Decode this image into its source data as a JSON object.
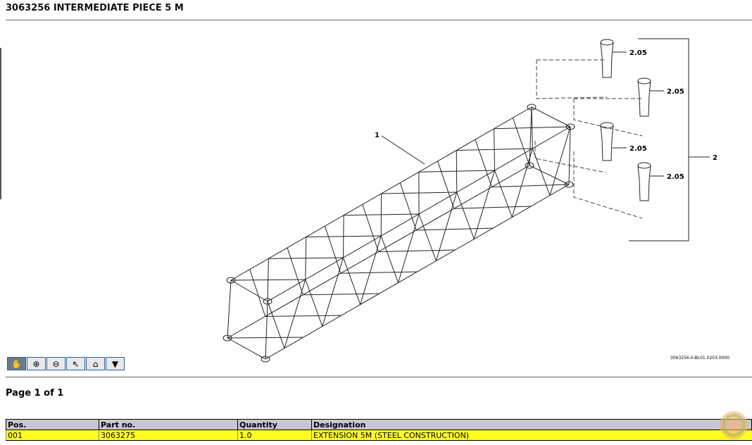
{
  "header": {
    "title": "3063256 INTERMEDIATE PIECE 5 M"
  },
  "drawing": {
    "labels": {
      "item1": "1",
      "item2": "2",
      "pin": "2.05"
    },
    "drawing_number": "3063256-0-BL01.0203.0000"
  },
  "toolbar": {
    "buttons": [
      {
        "name": "pan",
        "icon": "hand-icon",
        "active": true
      },
      {
        "name": "zoom-in",
        "icon": "zoom-in-icon"
      },
      {
        "name": "zoom-out",
        "icon": "zoom-out-icon"
      },
      {
        "name": "select",
        "icon": "pointer-icon"
      },
      {
        "name": "home",
        "icon": "home-icon"
      },
      {
        "name": "more",
        "icon": "triangle-down-icon"
      }
    ]
  },
  "pagination": {
    "text": "Page 1 of 1"
  },
  "table": {
    "headers": [
      "Pos.",
      "Part no.",
      "Quantity",
      "Designation"
    ],
    "rows": [
      [
        "001",
        "3063275",
        "1.0",
        "EXTENSION 5M (STEEL CONSTRUCTION)"
      ]
    ]
  },
  "colors": {
    "highlight": "#ffff22",
    "header_bg": "#c8c8c8"
  }
}
